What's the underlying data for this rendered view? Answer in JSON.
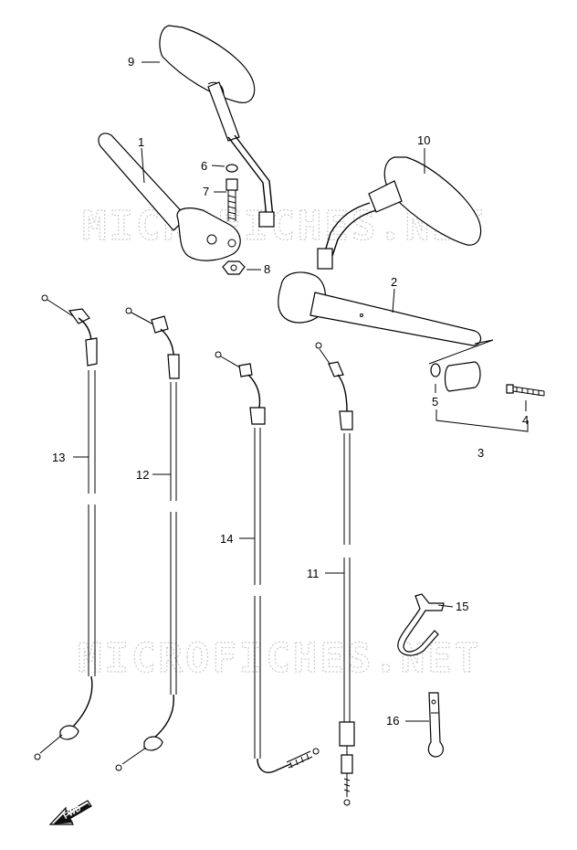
{
  "watermark": {
    "top": "MICROFICHES.NET",
    "bottom": "MICROFICHES.NET"
  },
  "direction_badge": "FWD",
  "callouts": [
    {
      "id": "1",
      "label": "1"
    },
    {
      "id": "2",
      "label": "2"
    },
    {
      "id": "3",
      "label": "3"
    },
    {
      "id": "4",
      "label": "4"
    },
    {
      "id": "5",
      "label": "5"
    },
    {
      "id": "6",
      "label": "6"
    },
    {
      "id": "7",
      "label": "7"
    },
    {
      "id": "8",
      "label": "8"
    },
    {
      "id": "9",
      "label": "9"
    },
    {
      "id": "10",
      "label": "10"
    },
    {
      "id": "11",
      "label": "11"
    },
    {
      "id": "12",
      "label": "12"
    },
    {
      "id": "13",
      "label": "13"
    },
    {
      "id": "14",
      "label": "14"
    },
    {
      "id": "15",
      "label": "15"
    },
    {
      "id": "16",
      "label": "16"
    }
  ]
}
